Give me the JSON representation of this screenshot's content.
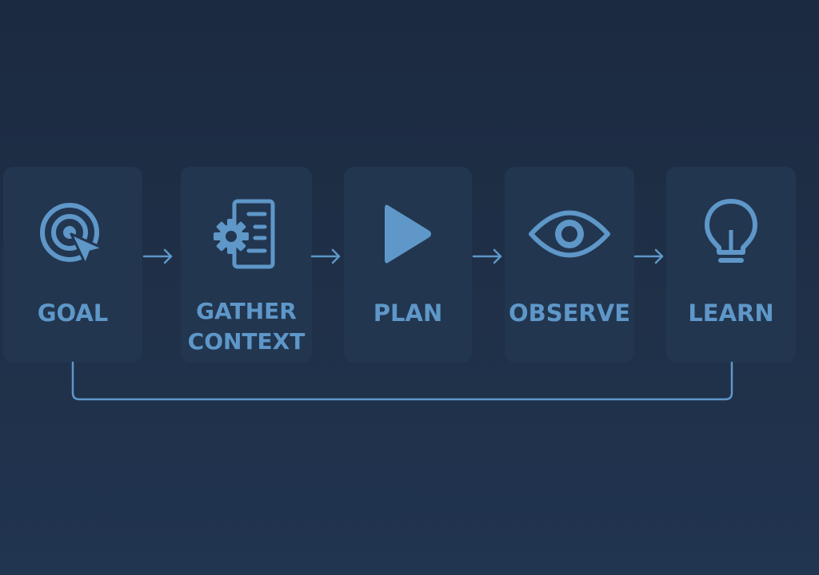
{
  "colors": {
    "background_top": "#1b2a40",
    "background_bottom": "#213450",
    "card": "#223650",
    "accent": "#5e97c8"
  },
  "steps": [
    {
      "label": "GOAL",
      "icon": "target-cursor-icon"
    },
    {
      "label": "GATHER\nCONTEXT",
      "icon": "gear-document-icon"
    },
    {
      "label": "PLAN",
      "icon": "play-icon"
    },
    {
      "label": "OBSERVE",
      "icon": "eye-icon"
    },
    {
      "label": "LEARN",
      "icon": "lightbulb-icon"
    }
  ],
  "connectors": [
    "arrow-right-icon",
    "arrow-right-icon",
    "arrow-right-icon",
    "arrow-right-icon"
  ],
  "feedback_loop": {
    "from": "LEARN",
    "to": "GOAL"
  }
}
